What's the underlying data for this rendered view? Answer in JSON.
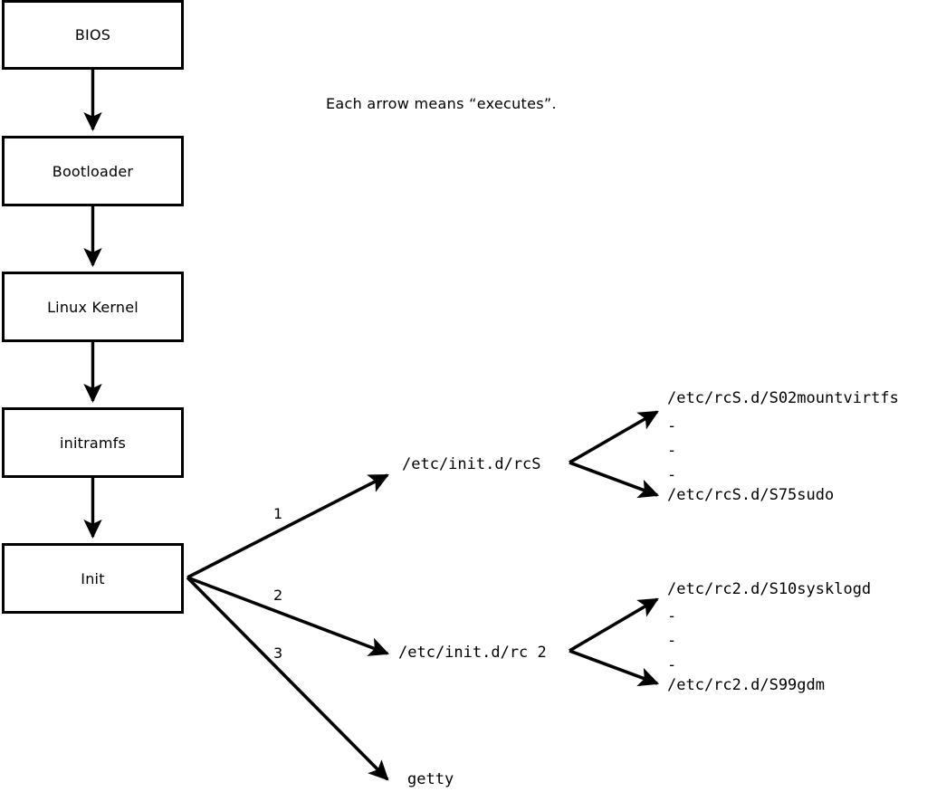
{
  "diagram": {
    "title_note": "Each arrow means “executes”.",
    "boot_chain": [
      {
        "id": "bios",
        "label": "BIOS"
      },
      {
        "id": "bootloader",
        "label": "Bootloader"
      },
      {
        "id": "kernel",
        "label": "Linux Kernel"
      },
      {
        "id": "initramfs",
        "label": "initramfs"
      },
      {
        "id": "init",
        "label": "Init"
      }
    ],
    "init_edges": [
      {
        "number": "1",
        "target": "/etc/init.d/rcS"
      },
      {
        "number": "2",
        "target": "/etc/init.d/rc 2"
      },
      {
        "number": "3",
        "target": "getty"
      }
    ],
    "stage_rcs": {
      "label": "/etc/init.d/rcS",
      "first": "/etc/rcS.d/S02mountvirtfs",
      "last": "/etc/rcS.d/S75sudo",
      "ellipsis": [
        "-",
        "-",
        "-"
      ]
    },
    "stage_rc2": {
      "label": "/etc/init.d/rc 2",
      "first": "/etc/rc2.d/S10sysklogd",
      "last": "/etc/rc2.d/S99gdm",
      "ellipsis": [
        "-",
        "-",
        "-"
      ]
    },
    "getty": {
      "label": "getty"
    },
    "colors": {
      "stroke": "#000000",
      "background": "#ffffff",
      "text": "#000000"
    }
  }
}
